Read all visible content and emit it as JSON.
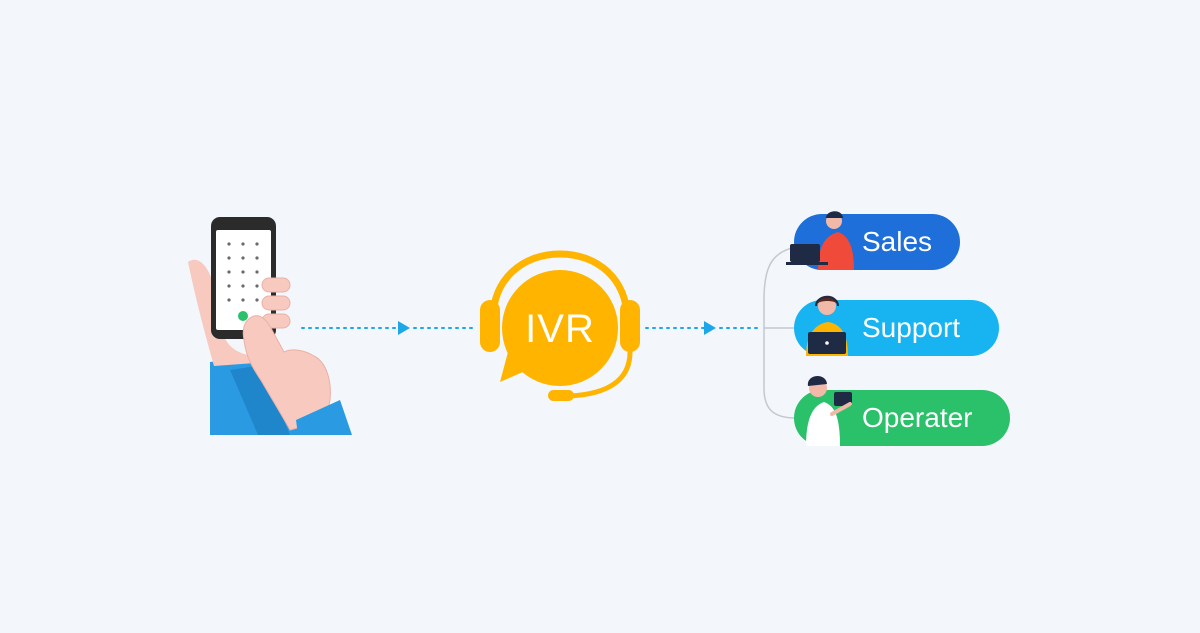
{
  "center": {
    "label": "IVR"
  },
  "destinations": [
    {
      "label": "Sales",
      "color": "#1e6fd9"
    },
    {
      "label": "Support",
      "color": "#18b4f2"
    },
    {
      "label": "Operater",
      "color": "#2bc06a"
    }
  ],
  "colors": {
    "background": "#f3f6fa",
    "ivr": "#ffb400",
    "flow": "#1ca7e8",
    "phone_sleeve": "#2a9be3",
    "skin": "#f7c9bf"
  },
  "icons": [
    "phone-icon",
    "hand-icon",
    "headset-icon",
    "person-icon",
    "laptop-icon"
  ]
}
